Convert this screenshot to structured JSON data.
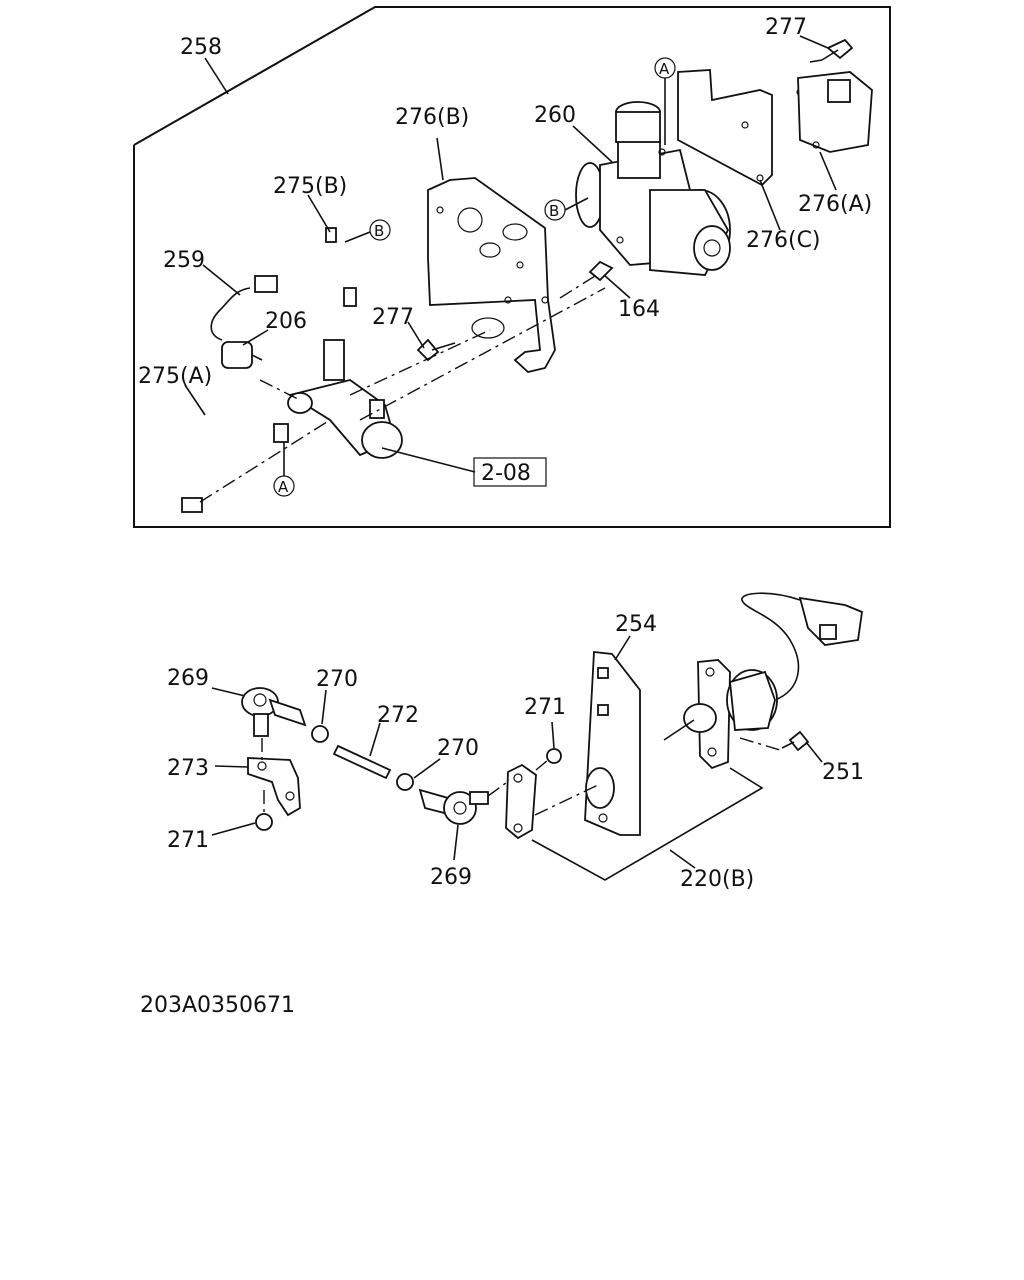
{
  "top_group": {
    "label_258": "258",
    "label_277_top": "277",
    "label_260": "260",
    "label_276B": "276(B)",
    "label_276A": "276(A)",
    "label_276C": "276(C)",
    "label_275B": "275(B)",
    "label_259": "259",
    "label_206": "206",
    "label_277_mid": "277",
    "label_164": "164",
    "label_275A": "275(A)",
    "ref_box": "2-08",
    "marker_A": "A",
    "marker_B": "B"
  },
  "bottom_group": {
    "label_254": "254",
    "label_269_top": "269",
    "label_270_a": "270",
    "label_272": "272",
    "label_270_b": "270",
    "label_271_top": "271",
    "label_273": "273",
    "label_271_bottom": "271",
    "label_269_bottom": "269",
    "label_251": "251",
    "label_220B": "220(B)"
  },
  "figure_code": "203A0350671"
}
